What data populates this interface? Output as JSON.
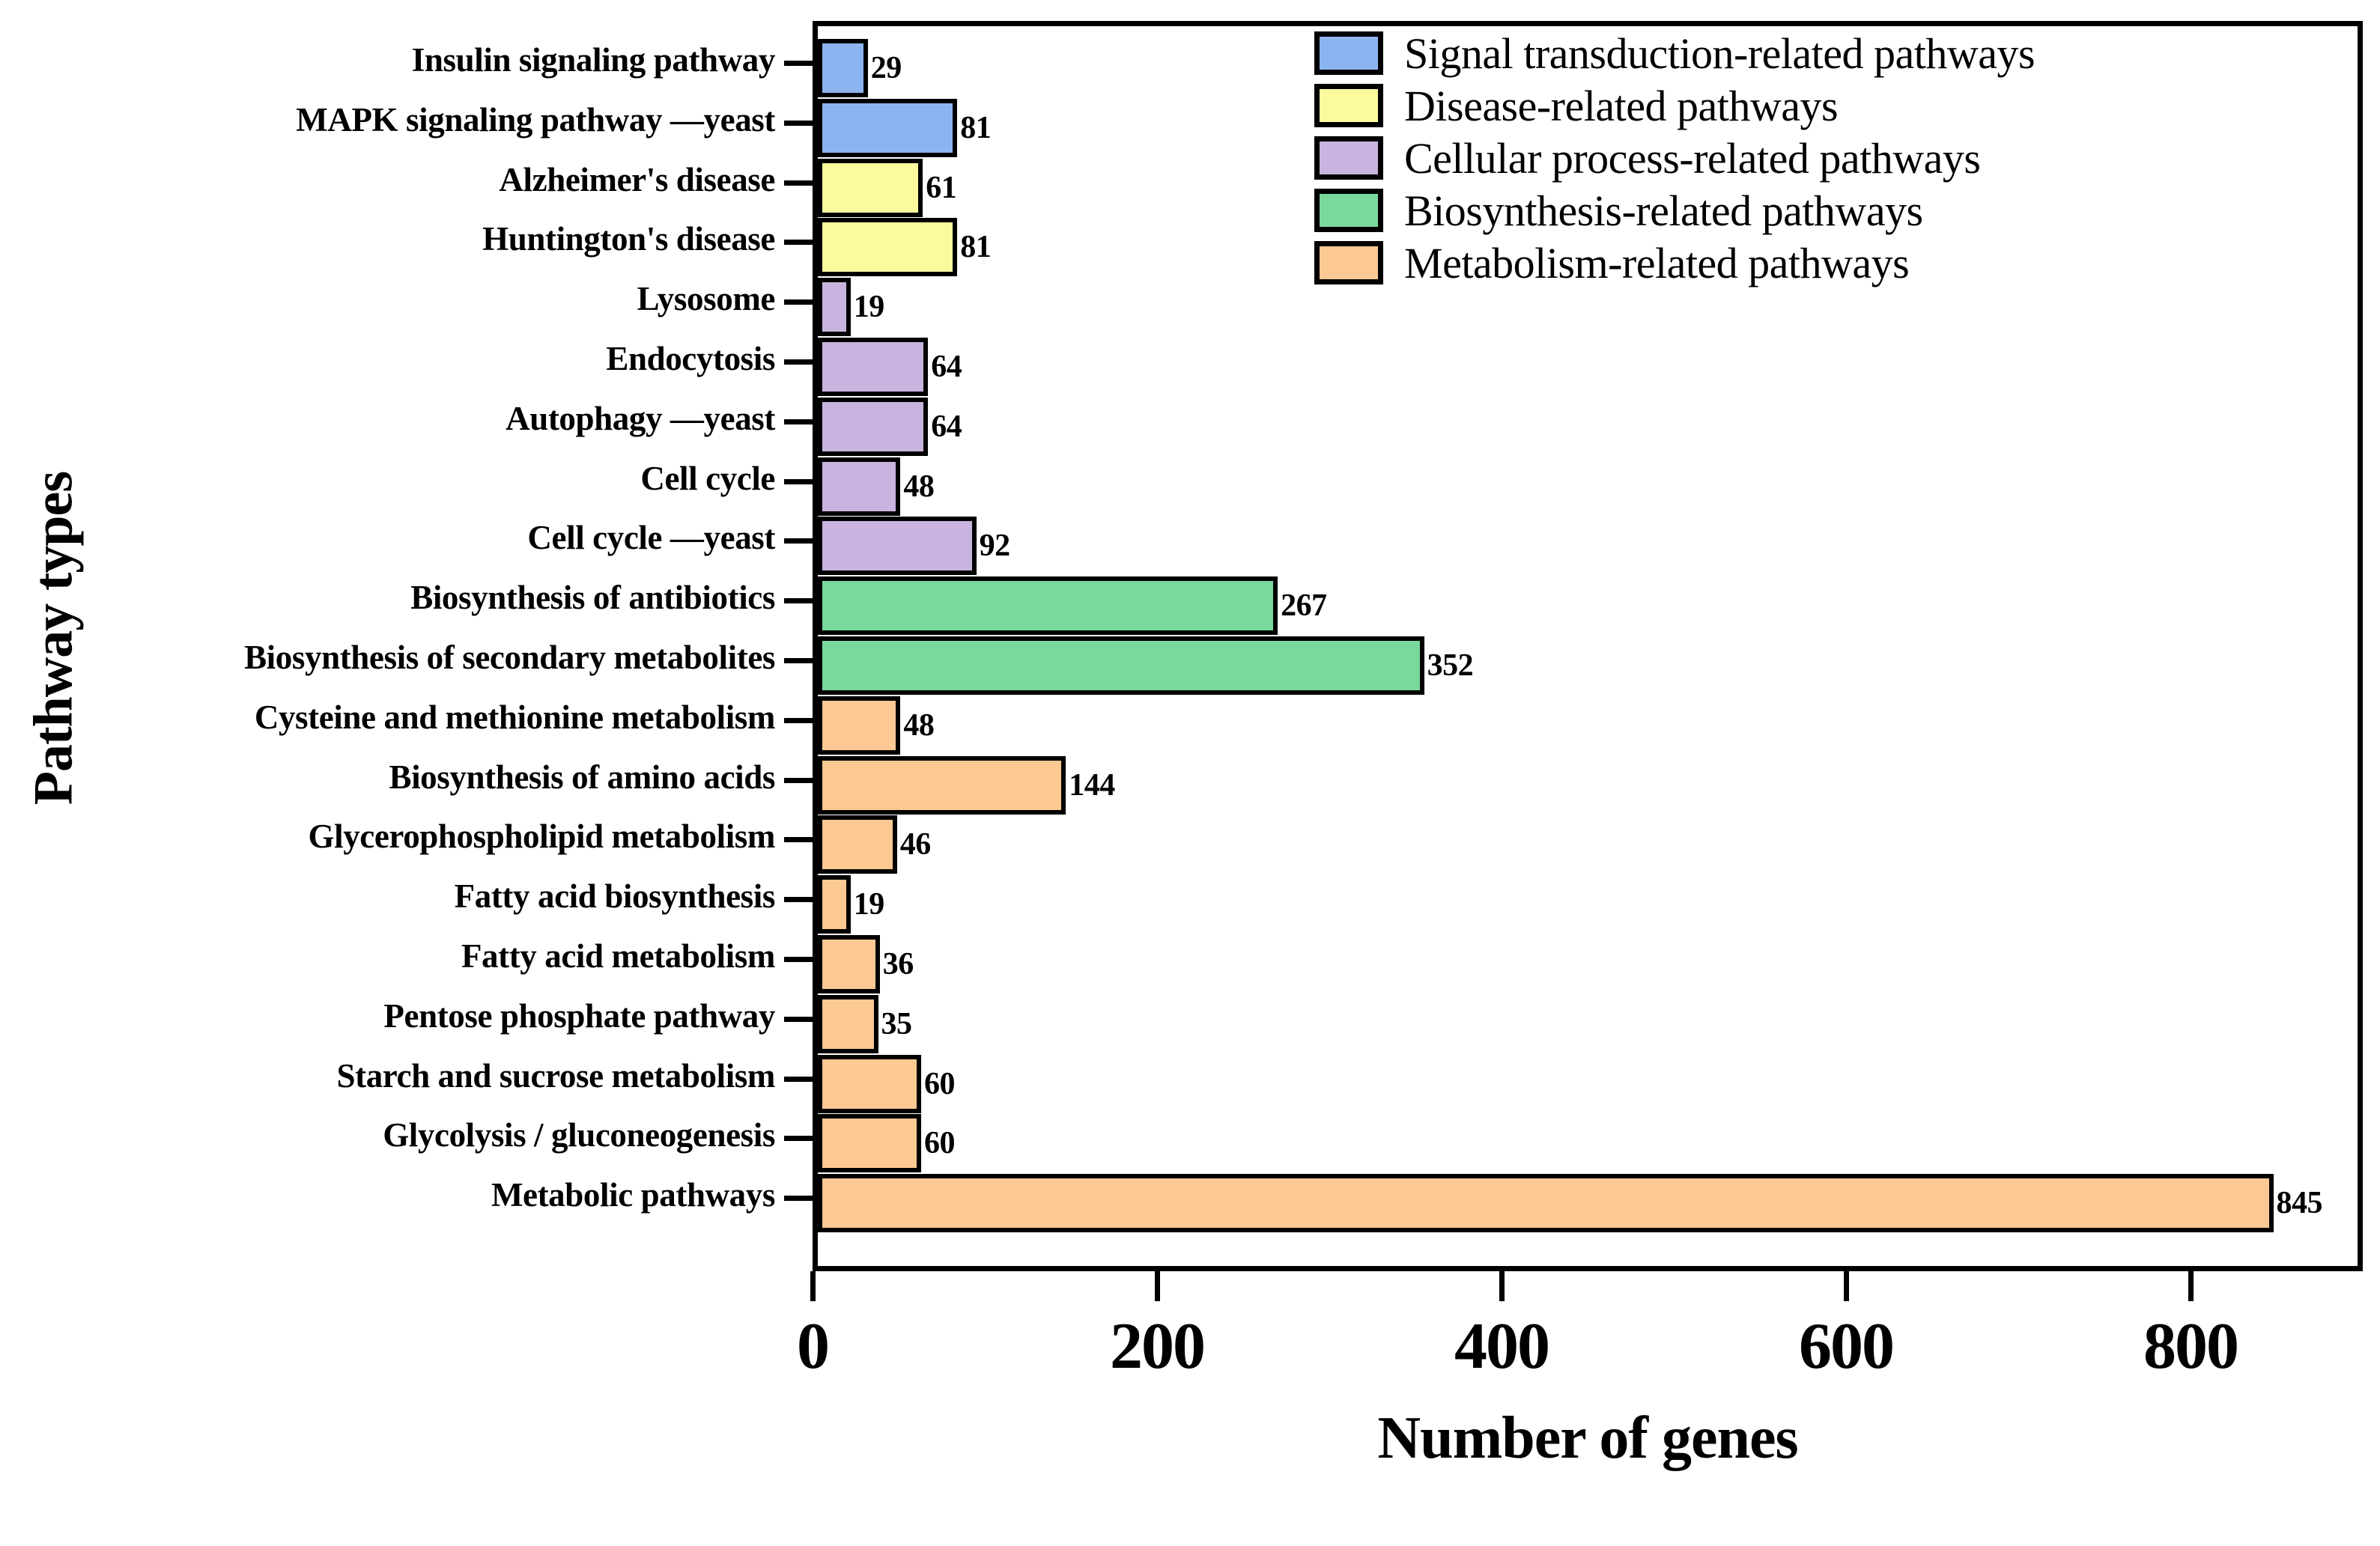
{
  "chart_data": {
    "type": "bar",
    "orientation": "horizontal",
    "title": "",
    "xlabel": "Number of genes",
    "ylabel": "Pathway types",
    "xlim": [
      0,
      900
    ],
    "xticks": [
      0,
      200,
      400,
      600,
      800
    ],
    "xticklabels": [
      "0",
      "200",
      "400",
      "600",
      "800"
    ],
    "grid": false,
    "legend_position": "top-right",
    "categories": [
      "Insulin signaling pathway",
      "MAPK signaling pathway —yeast",
      "Alzheimer's disease",
      "Huntington's disease",
      "Lysosome",
      "Endocytosis",
      "Autophagy —yeast",
      "Cell cycle",
      "Cell cycle —yeast",
      "Biosynthesis of antibiotics",
      "Biosynthesis of secondary metabolites",
      "Cysteine and methionine metabolism",
      "Biosynthesis of amino acids",
      "Glycerophospholipid metabolism",
      "Fatty acid biosynthesis",
      "Fatty acid metabolism",
      "Pentose phosphate pathway",
      "Starch and sucrose metabolism",
      "Glycolysis / gluconeogenesis",
      "Metabolic pathways"
    ],
    "values": [
      29,
      81,
      61,
      81,
      19,
      64,
      64,
      48,
      92,
      267,
      352,
      48,
      144,
      46,
      19,
      36,
      35,
      60,
      60,
      845
    ],
    "value_labels": [
      "29",
      "81",
      "61",
      "81",
      "19",
      "64",
      "64",
      "48",
      "92",
      "267",
      "352",
      "48",
      "144",
      "46",
      "19",
      "36",
      "35",
      "60",
      "60",
      "845"
    ],
    "group_of_category": [
      "signal",
      "signal",
      "disease",
      "disease",
      "cellular",
      "cellular",
      "cellular",
      "cellular",
      "cellular",
      "biosynthesis",
      "biosynthesis",
      "metabolism",
      "metabolism",
      "metabolism",
      "metabolism",
      "metabolism",
      "metabolism",
      "metabolism",
      "metabolism",
      "metabolism"
    ],
    "series": [
      {
        "name": "Signal transduction-related pathways",
        "color": "#8CB4F0",
        "categories": [
          "Insulin signaling pathway",
          "MAPK signaling pathway —yeast"
        ],
        "values": [
          29,
          81
        ]
      },
      {
        "name": "Disease-related pathways",
        "color": "#FBFB9E",
        "categories": [
          "Alzheimer's disease",
          "Huntington's disease"
        ],
        "values": [
          61,
          81
        ]
      },
      {
        "name": "Cellular process-related pathways",
        "color": "#C8B4DE",
        "categories": [
          "Lysosome",
          "Endocytosis",
          "Autophagy —yeast",
          "Cell cycle",
          "Cell cycle —yeast"
        ],
        "values": [
          19,
          64,
          64,
          48,
          92
        ]
      },
      {
        "name": "Biosynthesis-related pathways",
        "color": "#79D89C",
        "categories": [
          "Biosynthesis of antibiotics",
          "Biosynthesis of secondary metabolites"
        ],
        "values": [
          267,
          352
        ]
      },
      {
        "name": "Metabolism-related pathways",
        "color": "#FCC893",
        "categories": [
          "Cysteine and methionine metabolism",
          "Biosynthesis of amino acids",
          "Glycerophospholipid metabolism",
          "Fatty acid biosynthesis",
          "Fatty acid metabolism",
          "Pentose phosphate pathway",
          "Starch and sucrose metabolism",
          "Glycolysis / gluconeogenesis",
          "Metabolic pathways"
        ],
        "values": [
          48,
          144,
          46,
          19,
          36,
          35,
          60,
          60,
          845
        ]
      }
    ]
  },
  "legend": {
    "items": [
      {
        "label": "Signal transduction-related pathways",
        "color": "#8CB4F0"
      },
      {
        "label": "Disease-related pathways",
        "color": "#FBFB9E"
      },
      {
        "label": "Cellular process-related pathways",
        "color": "#C8B4DE"
      },
      {
        "label": "Biosynthesis-related pathways",
        "color": "#79D89C"
      },
      {
        "label": "Metabolism-related pathways",
        "color": "#FCC893"
      }
    ]
  },
  "colors": {
    "signal": "#8CB4F0",
    "disease": "#FBFB9E",
    "cellular": "#C8B4DE",
    "biosynthesis": "#79D89C",
    "metabolism": "#FCC893",
    "axis": "#000000",
    "background": "#FFFFFF"
  }
}
